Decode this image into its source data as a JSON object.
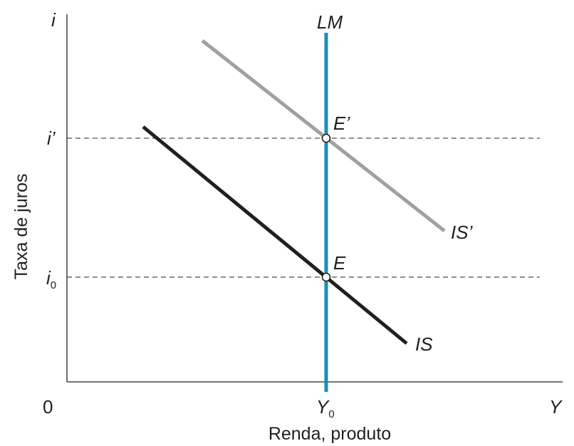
{
  "diagram": {
    "axes": {
      "y_symbol": "i",
      "x_symbol": "Y",
      "origin": "0",
      "y_title": "Taxa de juros",
      "x_title": "Renda, produto"
    },
    "ticks": {
      "i_prime": "i’",
      "i0_base": "i",
      "i0_sub": "0",
      "y0_base": "Y",
      "y0_sub": "0"
    },
    "curves": {
      "lm": "LM",
      "is": "IS",
      "is_prime": "IS’"
    },
    "points": {
      "e": "E",
      "e_prime": "E’"
    },
    "colors": {
      "lm": "#1a8fb3",
      "is": "#231f20",
      "is_prime": "#a0a0a0",
      "axis": "#231f20"
    }
  }
}
